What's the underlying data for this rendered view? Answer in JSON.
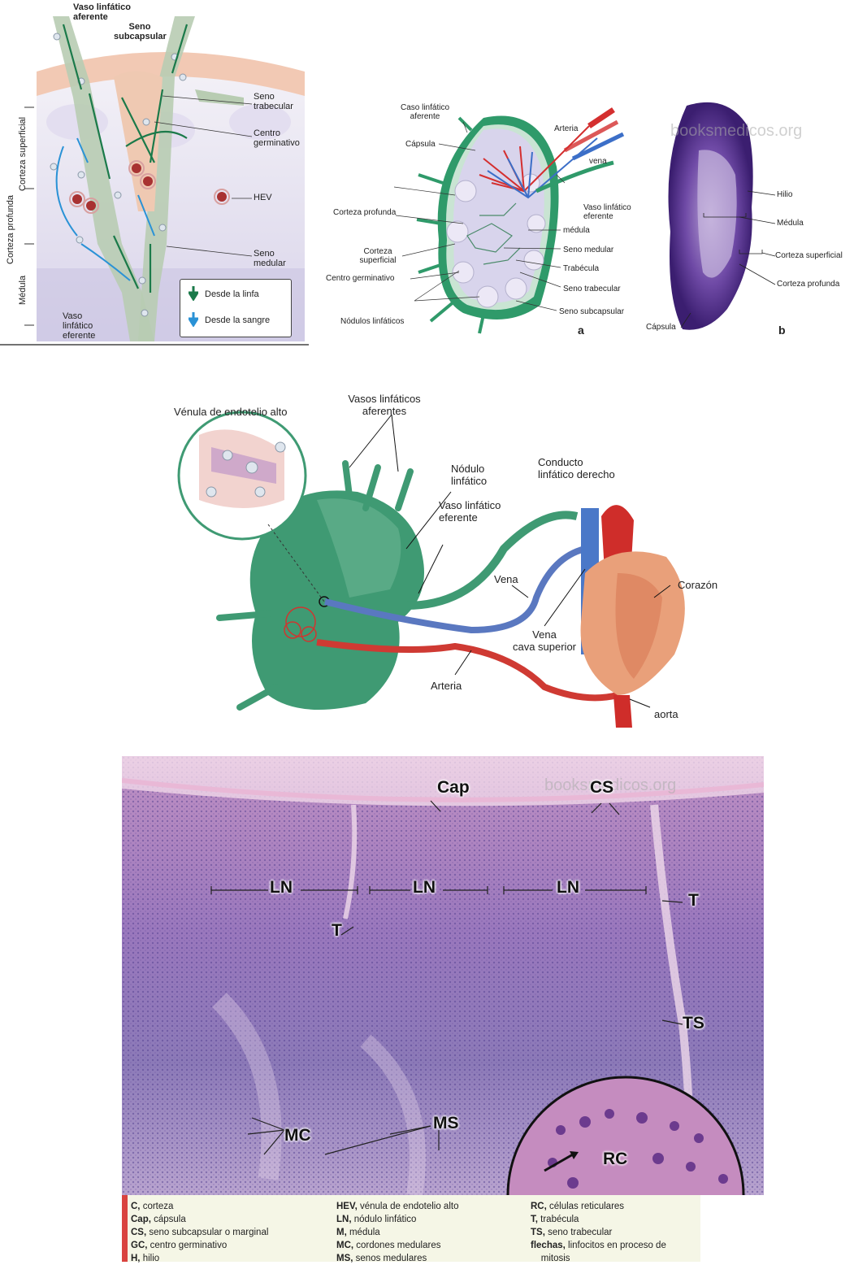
{
  "panel1": {
    "labels": {
      "afferent": "Vaso linfático\naferente",
      "subcapsular": "Seno\nsubcapsular",
      "trabecular": "Seno\ntrabecular",
      "germinal": "Centro\ngerminativo",
      "hev": "HEV",
      "medullary": "Seno\nmedular",
      "efferent": "Vaso\nlinfático\neferente",
      "superficial": "Corteza superficial",
      "deep": "Corteza profunda",
      "medulla": "Médula"
    },
    "legend": {
      "lymph": "Desde la linfa",
      "blood": "Desde la sangre"
    },
    "colors": {
      "lymph": "#1b7a4a",
      "blood": "#2a92d6"
    }
  },
  "panel2": {
    "labels": {
      "afferent": "Caso linfático\naferente",
      "capsule": "Cápsula",
      "artery": "Arteria",
      "vein": "vena",
      "efferent": "Vaso linfático\neferente",
      "deep": "Corteza profunda",
      "medulla": "médula",
      "superficial": "Corteza\nsuperficial",
      "medullary_sinus": "Seno medular",
      "trabecula": "Trabécula",
      "germinal": "Centro germinativo",
      "trabecular_sinus": "Seno trabecular",
      "nodules": "Nódulos linfáticos",
      "subcapsular": "Seno subcapsular",
      "letter": "a"
    }
  },
  "panel3": {
    "watermark": "booksmedicos.org",
    "labels": {
      "hilum": "Hilio",
      "medulla": "Médula",
      "superficial": "Corteza superficial",
      "deep": "Corteza profunda",
      "capsule": "Cápsula",
      "letter": "b"
    }
  },
  "panel4": {
    "labels": {
      "hev": "Vénula de endotelio alto",
      "afferents": "Vasos linfáticos\naferentes",
      "nodule": "Nódulo\nlinfático",
      "efferent": "Vaso linfático\neferente",
      "right_duct": "Conducto\nlinfático derecho",
      "vein": "Vena",
      "heart": "Corazón",
      "svc": "Vena\ncava superior",
      "artery": "Arteria",
      "aorta": "aorta"
    }
  },
  "panel5": {
    "watermark": "booksmedicos.org",
    "labels": {
      "cap": "Cap",
      "cs": "CS",
      "ln1": "LN",
      "ln2": "LN",
      "ln3": "LN",
      "t1": "T",
      "t2": "T",
      "ts": "TS",
      "mc": "MC",
      "ms": "MS",
      "rc": "RC"
    },
    "key": {
      "col1": [
        {
          "abbr": "C,",
          "text": " corteza"
        },
        {
          "abbr": "Cap,",
          "text": " cápsula"
        },
        {
          "abbr": "CS,",
          "text": " seno subcapsular o marginal"
        },
        {
          "abbr": "GC,",
          "text": " centro germinativo"
        },
        {
          "abbr": "H,",
          "text": " hilio"
        }
      ],
      "col2": [
        {
          "abbr": "HEV,",
          "text": " vénula de endotelio alto"
        },
        {
          "abbr": "LN,",
          "text": " nódulo linfático"
        },
        {
          "abbr": "M,",
          "text": " médula"
        },
        {
          "abbr": "MC,",
          "text": " cordones medulares"
        },
        {
          "abbr": "MS,",
          "text": " senos medulares"
        }
      ],
      "col3": [
        {
          "abbr": "RC,",
          "text": " células reticulares"
        },
        {
          "abbr": "T,",
          "text": " trabécula"
        },
        {
          "abbr": "TS,",
          "text": " seno trabecular"
        },
        {
          "abbr": "flechas,",
          "text": " linfocitos en proceso de"
        },
        {
          "abbr": "",
          "text": "    mitosis"
        }
      ],
      "accent": "#d9433f"
    }
  }
}
